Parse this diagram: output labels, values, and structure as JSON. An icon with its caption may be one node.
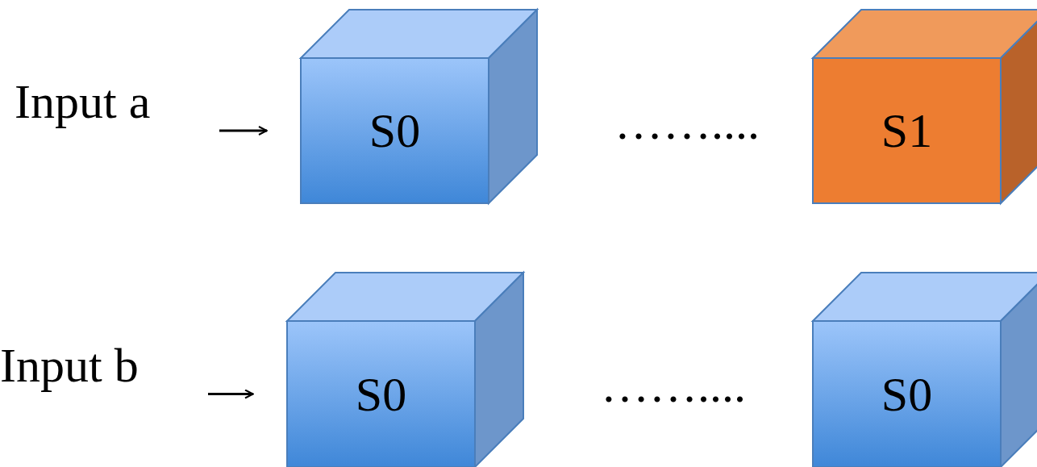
{
  "diagram": {
    "nodes": [
      {
        "text": [
          "Input a"
        ]
      },
      {
        "text": [
          "S0"
        ]
      },
      {
        "text": [
          "S1"
        ]
      },
      {
        "text": [
          "Input b"
        ]
      },
      {
        "text": [
          "S0"
        ]
      },
      {
        "text": [
          "S0"
        ]
      }
    ],
    "edges": [
      {
        "from": 0,
        "to": 1,
        "arrow": "to"
      },
      {
        "from": 3,
        "to": 4,
        "arrow": "to"
      }
    ],
    "labels": [
      "……....",
      "……...."
    ]
  }
}
